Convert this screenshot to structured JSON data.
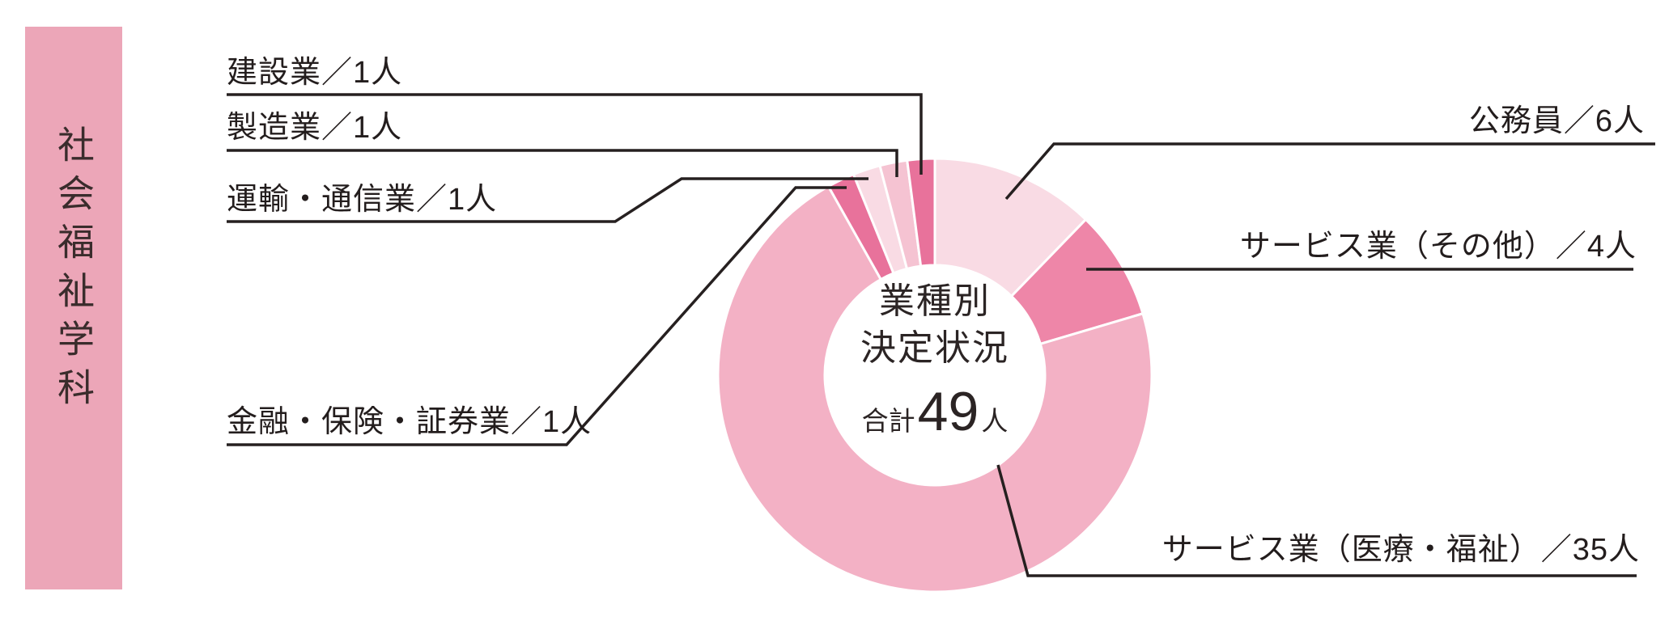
{
  "sidebar": {
    "title": "社会福祉学科"
  },
  "center": {
    "line1": "業種別",
    "line2": "決定状況",
    "total_prefix": "合計",
    "total_value": "49",
    "total_suffix": "人"
  },
  "labels": {
    "left": [
      "建設業／1人",
      "製造業／1人",
      "運輸・通信業／1人",
      "金融・保険・証券業／1人"
    ],
    "right": [
      "公務員／6人",
      "サービス業（その他）／4人",
      "サービス業（医療・福祉）／35人"
    ]
  },
  "colors": {
    "banner": "#ECA6B8",
    "leader_line": "#262020",
    "segment_dark_pink": "#E8729B",
    "segment_medium_pink": "#EE86A8",
    "segment_main_pink": "#F3B1C5",
    "segment_pale_pink": "#F9DBE4",
    "segment_soft_pink": "#F5C3D2"
  },
  "chart_data": {
    "type": "pie",
    "donut": true,
    "title": "業種別決定状況",
    "total_label": "合計49人",
    "total": 49,
    "unit": "人",
    "start_angle": "top",
    "direction": "clockwise",
    "legend_position": "callout-labels",
    "categories": [
      "公務員",
      "サービス業（その他）",
      "サービス業（医療・福祉）",
      "金融・保険・証券業",
      "運輸・通信業",
      "製造業",
      "建設業"
    ],
    "values": [
      6,
      4,
      35,
      1,
      1,
      1,
      1
    ],
    "colors": [
      "#F9DBE4",
      "#EE86A8",
      "#F3B1C5",
      "#E8729B",
      "#F9DBE4",
      "#F5C3D2",
      "#E8729B"
    ]
  }
}
